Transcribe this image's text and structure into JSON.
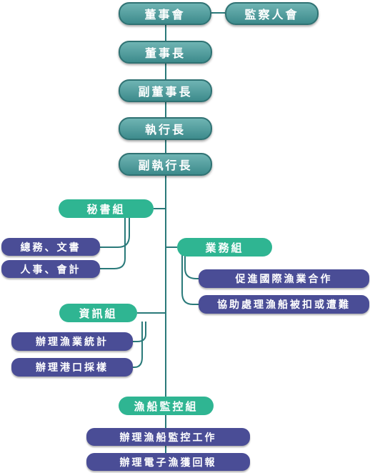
{
  "chart": {
    "board": "董事會",
    "supervisors": "監察人會",
    "chairman": "董事長",
    "vice_chairman": "副董事長",
    "executive": "執行長",
    "deputy_executive": "副執行長",
    "secretariat": {
      "label": "秘書組",
      "tasks": [
        "總務、文書",
        "人事、會計"
      ]
    },
    "business": {
      "label": "業務組",
      "tasks": [
        "促進國際漁業合作",
        "協助處理漁船被扣或遭難"
      ]
    },
    "information": {
      "label": "資訊組",
      "tasks": [
        "辦理漁業統計",
        "辦理港口採樣"
      ]
    },
    "vms": {
      "label": "漁船監控組",
      "tasks": [
        "辦理漁船監控工作",
        "辦理電子漁獲回報"
      ]
    }
  },
  "colors": {
    "executive_box": "#4f9d9d",
    "group_box": "#2fb592",
    "task_box": "#4a4d96",
    "connector": "#2a7a7a"
  }
}
